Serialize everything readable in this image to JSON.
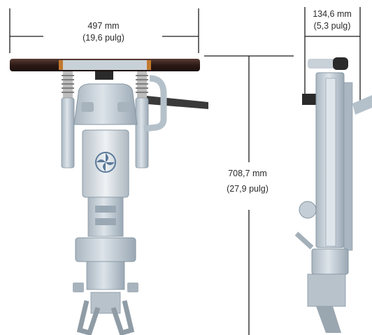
{
  "dimensions": {
    "width": {
      "mm": "497 mm",
      "in": "(19,6 pulg)"
    },
    "height": {
      "mm": "708,7 mm",
      "in": "(27,9 pulg)"
    },
    "depth": {
      "mm": "134,6 mm",
      "in": "(5,3 pulg)"
    }
  },
  "colors": {
    "body": "#c9d3da",
    "body_shade": "#9fadb8",
    "handle": "#3a2420",
    "spring": "#b9b9b9",
    "dark": "#2a2a2a",
    "logo": "#5c7a9a"
  }
}
